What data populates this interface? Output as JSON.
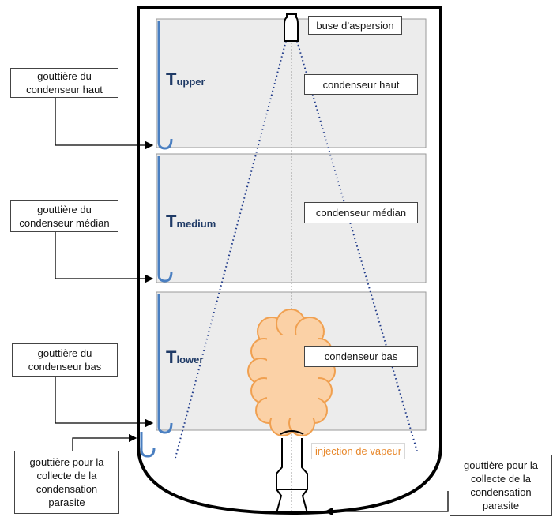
{
  "labels": {
    "nozzle": "buse d’aspersion",
    "cond_high": "condenseur haut",
    "cond_mid": "condenseur médian",
    "cond_low": "condenseur bas",
    "steam": "injection de vapeur",
    "gutter_high": [
      "gouttière du",
      "condenseur haut"
    ],
    "gutter_mid": [
      "gouttière du",
      "condenseur médian"
    ],
    "gutter_low": [
      "gouttière du",
      "condenseur bas"
    ],
    "gutter_parasite_left": [
      "gouttière pour la",
      "collecte de la",
      "condensation",
      "parasite"
    ],
    "gutter_parasite_right": [
      "gouttière pour la",
      "collecte de la",
      "condensation",
      "parasite"
    ]
  },
  "temps": {
    "upper": {
      "T": "T",
      "sub": "upper"
    },
    "medium": {
      "T": "T",
      "sub": "medium"
    },
    "lower": {
      "T": "T",
      "sub": "lower"
    }
  },
  "colors": {
    "vessel": "#000000",
    "condenser_fill": "#ececec",
    "condenser_border": "#9a9a9a",
    "gutter": "#4a7fc1",
    "spray": "#1f3a8a",
    "cloud_fill": "#fbd1a6",
    "cloud_stroke": "#f0a050",
    "steam_text": "#e8892d",
    "temp_text": "#1f3a66"
  }
}
